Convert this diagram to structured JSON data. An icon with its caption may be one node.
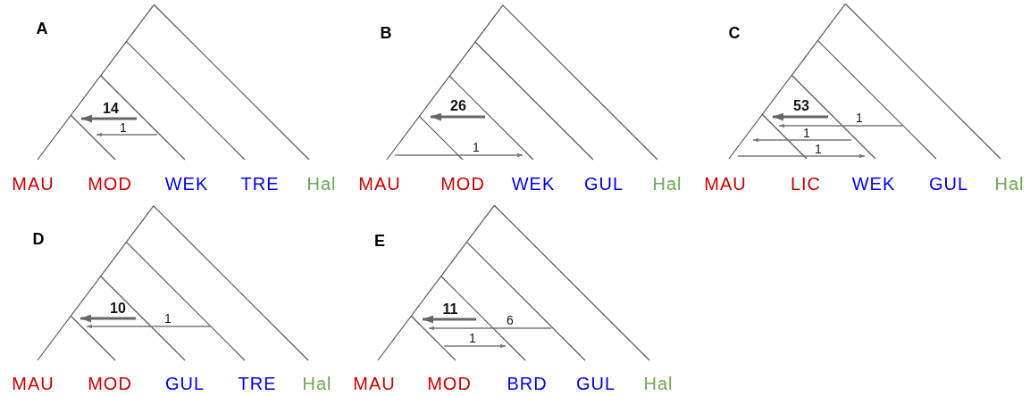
{
  "diagram": {
    "labels": [
      "A",
      "14",
      "1",
      "MAU",
      "MOD",
      "WEK",
      "TRE",
      "Hal",
      "B",
      "26",
      "1",
      "MAU",
      "MOD",
      "WEK",
      "GUL",
      "Hal",
      "C",
      "53",
      "1",
      "1",
      "1",
      "MAU",
      "LIC",
      "WEK",
      "GUL",
      "Hal",
      "D",
      "10",
      "1",
      "MAU",
      "MOD",
      "GUL",
      "TRE",
      "Hal",
      "E",
      "11",
      "6",
      "1",
      "MAU",
      "MOD",
      "BRD",
      "GUL",
      "Hal"
    ]
  }
}
